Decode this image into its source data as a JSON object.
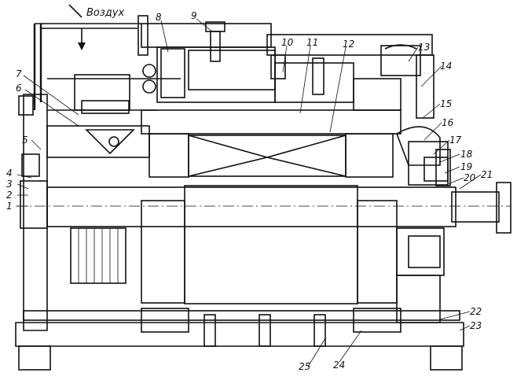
{
  "diagram": {
    "air_label": "Воздух",
    "labels": [
      "1",
      "2",
      "3",
      "4",
      "5",
      "6",
      "7",
      "8",
      "9",
      "10",
      "11",
      "12",
      "13",
      "14",
      "15",
      "16",
      "17",
      "18",
      "19",
      "20",
      "21",
      "22",
      "23",
      "24",
      "25"
    ]
  },
  "colors": {
    "ink": "#111111",
    "paper": "#ffffff"
  }
}
